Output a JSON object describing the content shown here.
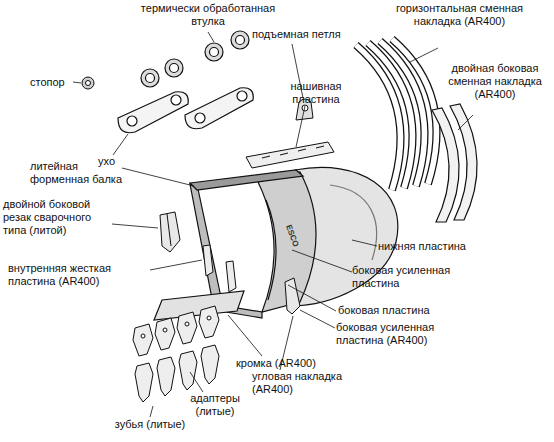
{
  "diagram": {
    "labels": [
      "термически обработанная втулка",
      "подъемная петля",
      "горизонтальная сменная накладка (AR400)",
      "стопор",
      "ухо",
      "нашивная пластина",
      "двойная боковая сменная накладка (AR400)",
      "литейная форменная балка",
      "двойной боковой резак сварочного типа (литой)",
      "нижняя пластина",
      "внутренняя жесткая пластина (AR400)",
      "боковая усиленная пластина",
      "боковая пластина",
      "боковая усиленная пластина (AR400)",
      "кромка (AR400)",
      "угловая накладка (AR400)",
      "адаптеры (литые)",
      "зубья (литые)"
    ]
  }
}
